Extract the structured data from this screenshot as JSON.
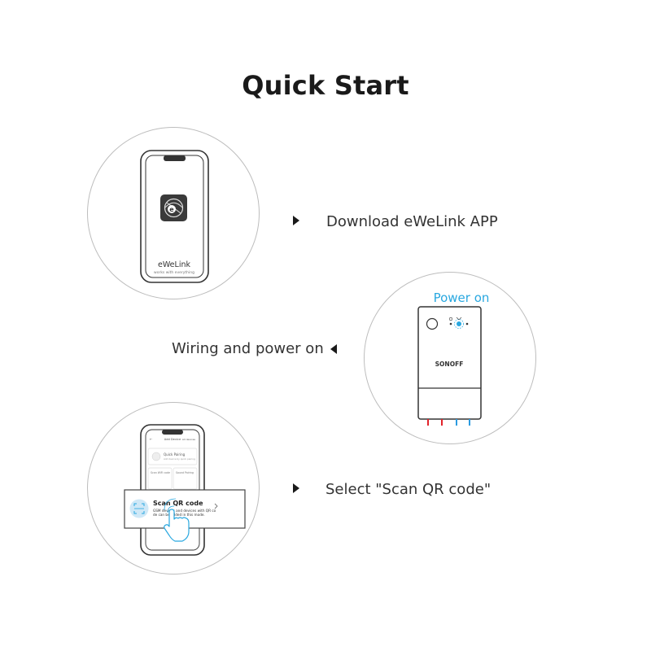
{
  "title": "Quick Start",
  "steps": [
    {
      "text": "Download eWeLink APP",
      "phone": {
        "app_name": "eWeLink",
        "tagline": "works with everything",
        "logo_letter": "e"
      }
    },
    {
      "text": "Wiring and power on",
      "device": {
        "power_label": "Power on",
        "brand": "SONOFF"
      }
    },
    {
      "text": "Select \"Scan QR code\"",
      "phone": {
        "header": "Add Device",
        "header_right": "All devices",
        "quick_pairing": "Quick Pairing",
        "quick_pairing_sub": "Add device by quick pairing",
        "left_card": "Scan WiFi code",
        "right_card": "Sound Pairing"
      },
      "popup": {
        "title": "Scan QR code",
        "desc_line1": "GSM devices and devices with QR co",
        "desc_line2": "de can be added in this mode."
      }
    }
  ],
  "colors": {
    "power_label": "#29a8e0",
    "wire_red": "#e2232b",
    "wire_blue": "#2c9be0",
    "popup_icon_bg": "#cfe8f7"
  }
}
